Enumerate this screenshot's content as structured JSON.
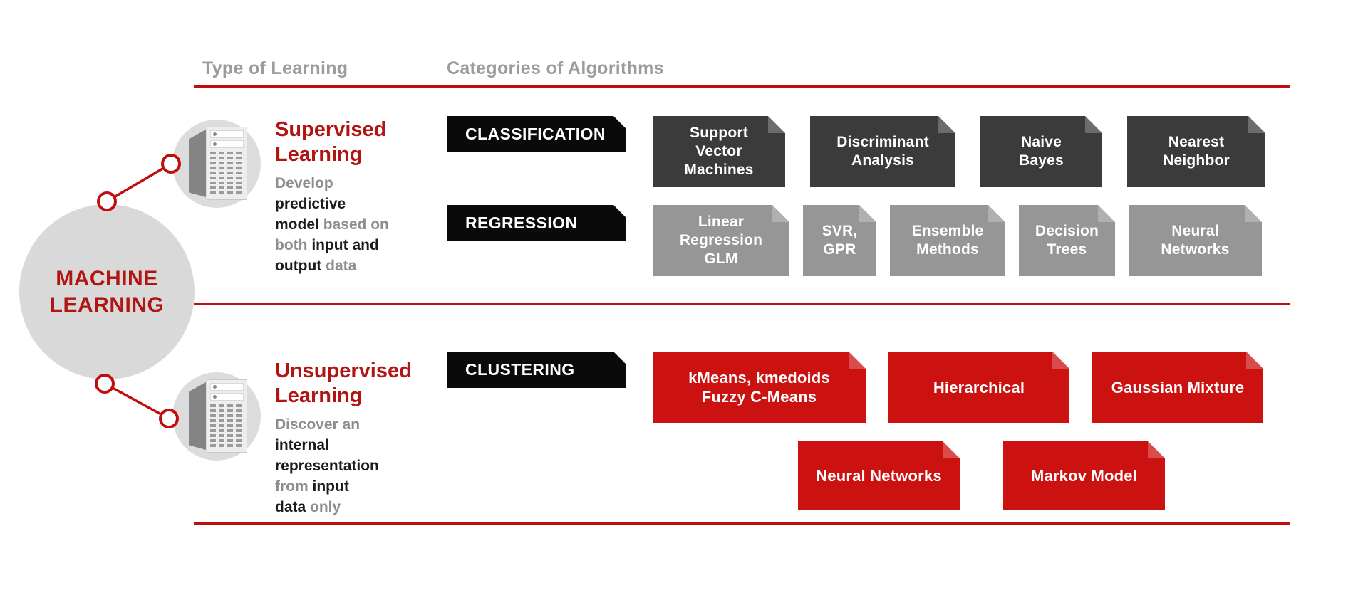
{
  "colors": {
    "divider_red": "#c00d0d",
    "heading_red": "#b11512",
    "cluster_box_red": "#cc1111",
    "category_box_black": "#0a0a0a",
    "classification_box_gray": "#3b3b3b",
    "regression_box_gray": "#969696",
    "circle_gray": "#d9d9d9",
    "muted_text": "#8d8d8d",
    "strong_text": "#1c1c1c"
  },
  "columns": {
    "type_of_learning": "Type of Learning",
    "categories_of_algorithms": "Categories of Algorithms"
  },
  "hub": {
    "line1": "MACHINE",
    "line2": "LEARNING"
  },
  "sections": {
    "supervised": {
      "title": [
        "Supervised",
        "Learning"
      ],
      "description": [
        [
          {
            "text": "Develop",
            "tone": "muted"
          }
        ],
        [
          {
            "text": "predictive",
            "tone": "strong"
          }
        ],
        [
          {
            "text": "model ",
            "tone": "strong"
          },
          {
            "text": "based on",
            "tone": "muted"
          }
        ],
        [
          {
            "text": "both ",
            "tone": "muted"
          },
          {
            "text": "input and",
            "tone": "strong"
          }
        ],
        [
          {
            "text": "output ",
            "tone": "strong"
          },
          {
            "text": "data",
            "tone": "muted"
          }
        ]
      ],
      "rows": {
        "classification": {
          "category": "CLASSIFICATION",
          "boxes": [
            "Support\nVector\nMachines",
            "Discriminant\nAnalysis",
            "Naive\nBayes",
            "Nearest\nNeighbor"
          ]
        },
        "regression": {
          "category": "REGRESSION",
          "boxes": [
            "Linear\nRegression\nGLM",
            "SVR,\nGPR",
            "Ensemble\nMethods",
            "Decision\nTrees",
            "Neural\nNetworks"
          ]
        }
      }
    },
    "unsupervised": {
      "title": [
        "Unsupervised",
        "Learning"
      ],
      "description": [
        [
          {
            "text": "Discover an",
            "tone": "muted"
          }
        ],
        [
          {
            "text": "internal",
            "tone": "strong"
          }
        ],
        [
          {
            "text": "representation",
            "tone": "strong"
          }
        ],
        [
          {
            "text": "from ",
            "tone": "muted"
          },
          {
            "text": "input",
            "tone": "strong"
          }
        ],
        [
          {
            "text": "data ",
            "tone": "strong"
          },
          {
            "text": "only",
            "tone": "muted"
          }
        ]
      ],
      "rows": {
        "clustering": {
          "category": "CLUSTERING",
          "boxes_row1": [
            "kMeans, kmedoids\nFuzzy C-Means",
            "Hierarchical",
            "Gaussian Mixture"
          ],
          "boxes_row2": [
            "Neural Networks",
            "Markov Model"
          ]
        }
      }
    }
  }
}
